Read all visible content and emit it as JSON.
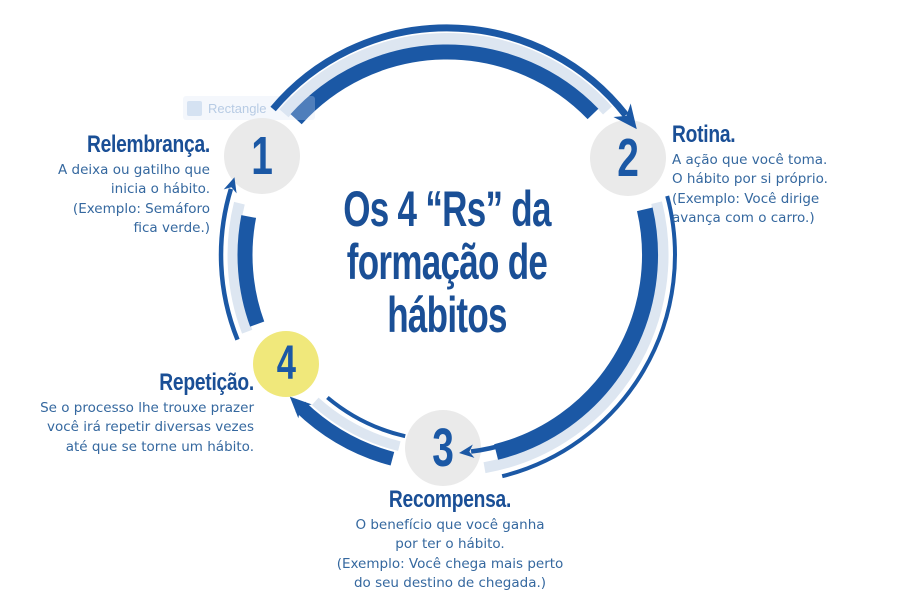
{
  "title": {
    "text": "Os 4 “Rs” da\nformação de hábitos"
  },
  "steps": [
    {
      "number": "1",
      "heading": "Relembrança.",
      "body": "A deixa ou gatilho que\ninicia o hábito.\n(Exemplo: Semáforo\nfica verde.)"
    },
    {
      "number": "2",
      "heading": "Rotina.",
      "body": "A ação que você toma.\nO hábito por si próprio.\n(Exemplo: Você dirige\navança com o carro.)"
    },
    {
      "number": "3",
      "heading": "Recompensa.",
      "body": "O benefício que você ganha\npor ter o hábito.\n(Exemplo: Você chega mais perto\ndo seu destino de chegada.)"
    },
    {
      "number": "4",
      "heading": "Repetição.",
      "body": "Se o processo lhe trouxe prazer\nvocê irá repetir diversas vezes\naté que se torne um hábito."
    }
  ],
  "editor_artifact": {
    "label": "Rectangle"
  },
  "colors": {
    "ring_blue": "#1b58a5",
    "ring_pale": "#dde6f1",
    "heading_blue": "#1a4f96",
    "body_blue": "#35689f",
    "circle_gray": "#eaeaea",
    "circle_yellow": "#f0e87b"
  }
}
